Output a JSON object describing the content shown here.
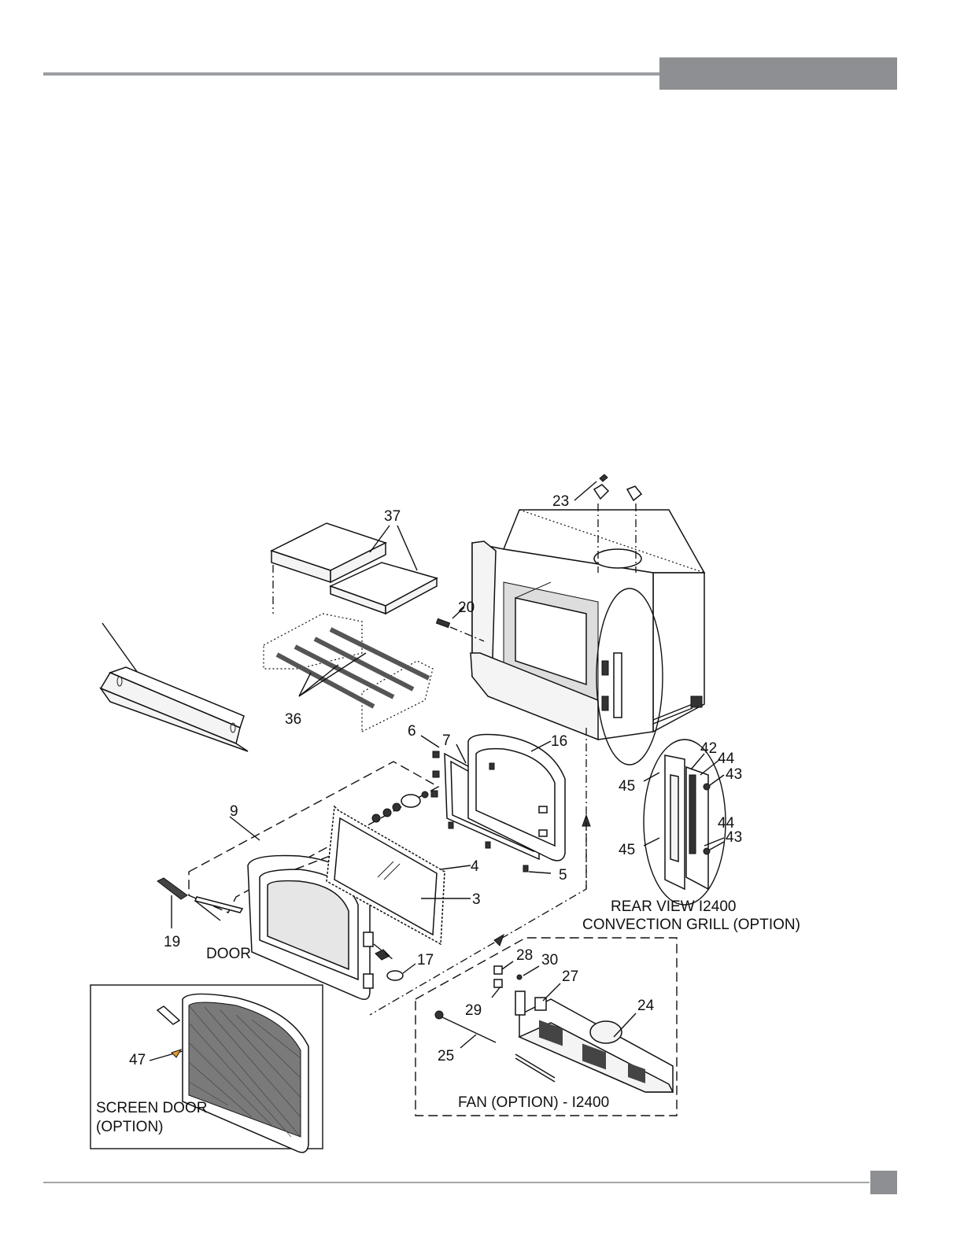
{
  "labels": {
    "l23": "23",
    "l37": "37",
    "l20": "20",
    "l36": "36",
    "l6": "6",
    "l7": "7",
    "l16": "16",
    "l9": "9",
    "l4": "4",
    "l5": "5",
    "l3": "3",
    "l19": "19",
    "l17": "17",
    "l28": "28",
    "l30": "30",
    "l27": "27",
    "l29": "29",
    "l24": "24",
    "l25": "25",
    "l47": "47",
    "l42": "42",
    "l44a": "44",
    "l43a": "43",
    "l45a": "45",
    "l44b": "44",
    "l43b": "43",
    "l45b": "45"
  },
  "captions": {
    "door": "DOOR",
    "screen_door_1": "SCREEN DOOR",
    "screen_door_2": "(OPTION)",
    "fan": "FAN (OPTION) - I2400",
    "rear_view_1": "REAR VIEW I2400",
    "rear_view_2": "CONVECTION GRILL (OPTION)"
  },
  "colors": {
    "header_bar": "#8d8f92",
    "rule": "#9c9ea1",
    "line_art": "#111111"
  }
}
